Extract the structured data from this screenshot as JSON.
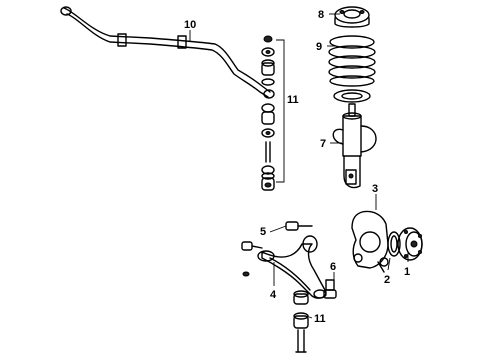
{
  "diagram": {
    "callouts": {
      "c1": "1",
      "c2": "2",
      "c3": "3",
      "c4": "4",
      "c5": "5",
      "c6": "6",
      "c7": "7",
      "c8": "8",
      "c9": "9",
      "c10": "10",
      "c11a": "11",
      "c11b": "11"
    }
  }
}
